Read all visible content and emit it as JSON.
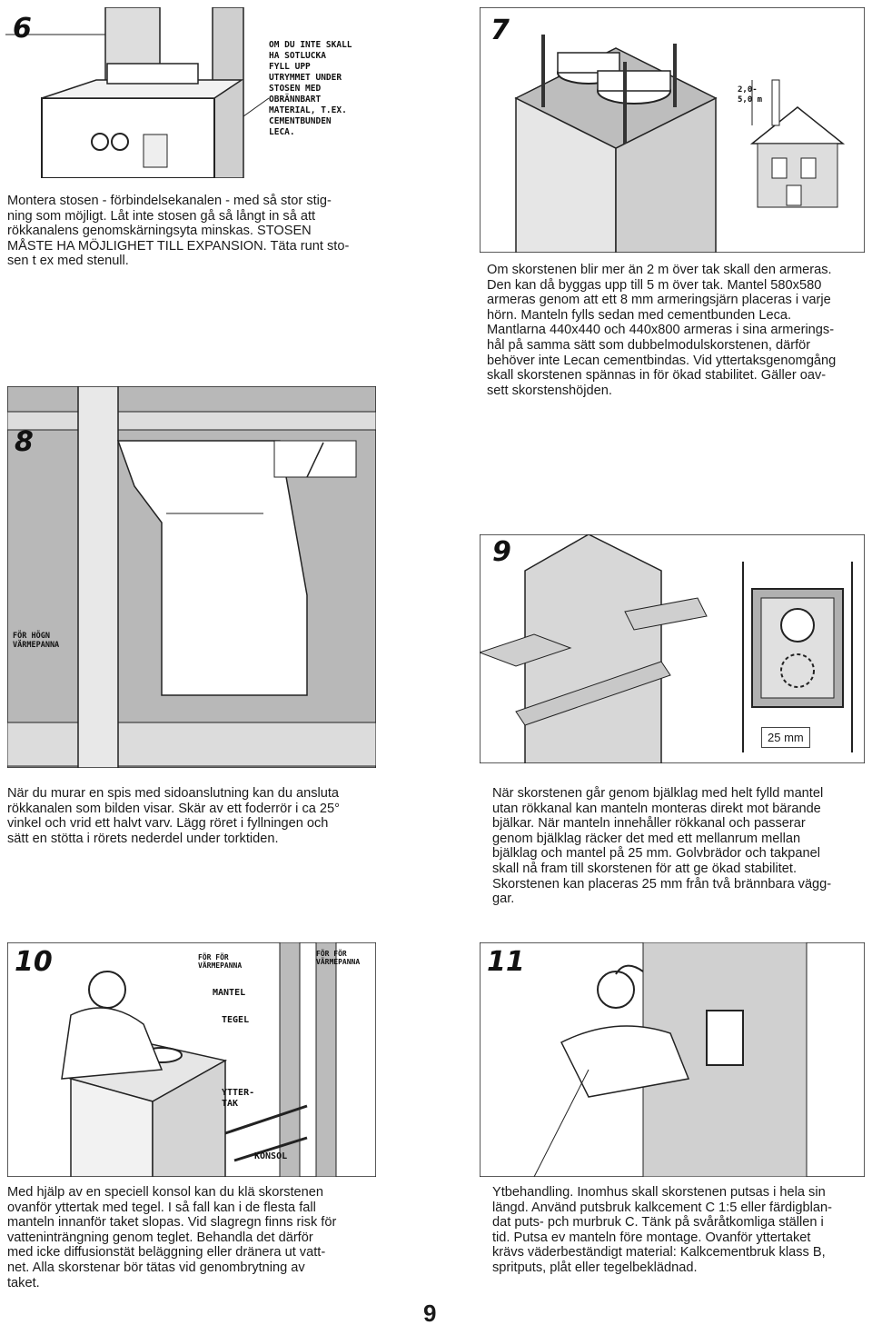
{
  "page_number": "9",
  "panels": [
    {
      "number": "6",
      "handwritten_note": "OM DU INTE SKALL\nHA SOTLUCKA\nFYLL UPP\nUTRYMMET UNDER\nSTOSEN MED\nOBRÄNNBART\nMATERIAL, T.EX.\nCEMENTBUNDEN\nLECA.",
      "caption": "Montera stosen - förbindelsekanalen - med så stor stig-\nning som möjligt. Låt inte stosen gå så långt in så att\nrökkanalens genomskärningsyta minskas. STOSEN\nMÅSTE HA MÖJLIGHET TILL EXPANSION. Täta runt sto-\nsen t ex med stenull."
    },
    {
      "number": "7",
      "dimension_label": "2,0-\n5,0 m",
      "caption": "Om skorstenen blir mer än 2 m över tak skall den armeras.\nDen kan då byggas upp till 5 m över tak. Mantel 580x580\narmeras genom att ett 8 mm armeringsjärn placeras i varje\nhörn. Manteln fylls sedan med cementbunden Leca.\nMantlarna 440x440 och 440x800 armeras i sina armerings-\nhål på samma sätt som dubbelmodulskorstenen, därför\nbehöver inte Lecan cementbindas. Vid yttertaksgenomgång\nskall skorstenen spännas in för ökad stabilitet. Gäller oav-\nsett skorstenshöjden."
    },
    {
      "number": "8",
      "handwritten_label": "FÖR HÖGN\nVÄRMEPANNA",
      "caption": "När du murar en spis med sidoanslutning kan du ansluta\nrökkanalen som bilden visar. Skär av ett foderrör i ca 25°\nvinkel och vrid ett halvt varv. Lägg röret i fyllningen och\nsätt en stötta i rörets nederdel under torktiden."
    },
    {
      "number": "9",
      "measure_label": "25 mm",
      "caption": "När skorstenen går genom bjälklag med helt fylld mantel\nutan rökkanal kan manteln monteras direkt mot bärande\nbjälkar. När manteln innehåller rökkanal och passerar\ngenom bjälklag räcker det med ett mellanrum mellan\nbjälklag och mantel på 25 mm. Golvbrädor och takpanel\nskall nå fram till skorstenen för att ge ökad stabilitet.\nSkorstenen kan placeras 25 mm från två brännbara vägg-\ngar."
    },
    {
      "number": "10",
      "labels": {
        "for_fire_left": "FÖR FÖR\nVÄRMEPANNA",
        "for_fire_right": "FÖR FÖR\nVÄRMEPANNA",
        "mantel": "MANTEL",
        "tegel": "TEGEL",
        "yttertak": "YTTER-\nTAK",
        "konsol": "KONSOL"
      },
      "caption": "Med hjälp av en speciell konsol kan du klä skorstenen\novanför yttertak med tegel. I så fall kan i de flesta fall\nmanteln innanför taket slopas. Vid slagregn finns risk för\nvatteninträngning genom teglet. Behandla det därför\nmed icke diffusionstät beläggning eller dränera ut vatt-\nnet. Alla skorstenar bör tätas vid genombrytning av\ntaket."
    },
    {
      "number": "11",
      "caption": "Ytbehandling. Inomhus skall skorstenen putsas i hela sin\nlängd. Använd putsbruk kalkcement C 1:5 eller färdigblan-\ndat puts- pch murbruk C. Tänk på svåråtkomliga ställen i\ntid. Putsa ev manteln före montage. Ovanför yttertaket\nkrävs väderbeständigt material: Kalkcementbruk klass B,\nspritputs, plåt eller tegelbeklädnad."
    }
  ]
}
